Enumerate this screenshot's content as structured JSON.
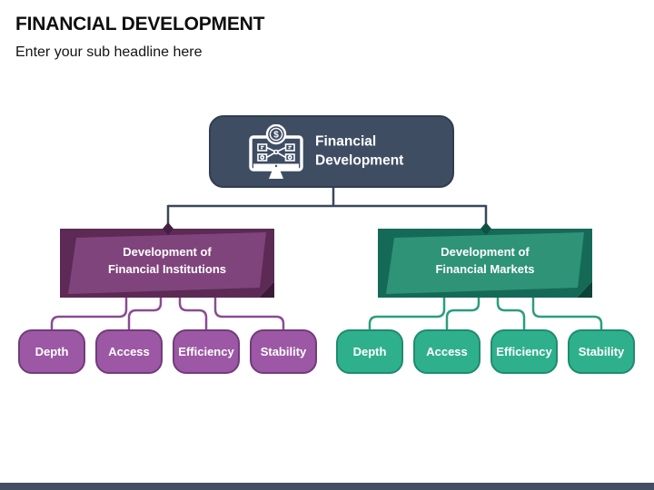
{
  "slide": {
    "title": "FINANCIAL DEVELOPMENT",
    "subtitle": "Enter your sub headline here"
  },
  "diagram": {
    "root": {
      "label": "Financial\nDevelopment",
      "icon": "monitor-dollar-icon",
      "icon_symbol": "$",
      "fill": "#3F4D63",
      "border": "#313D51",
      "text_color": "#FFFFFF"
    },
    "connector_color": "#3A4759",
    "branches": [
      {
        "id": "institutions",
        "label": "Development of\nFinancial Institutions",
        "colors": {
          "outer": "#5C2A55",
          "inner": "#80447C",
          "fold": "#3D1A38",
          "arrow": "#451F42",
          "connector": "#8A4B94",
          "child_fill": "#9C58A4",
          "child_border": "#723C7B",
          "text": "#FFFFFF"
        },
        "children": [
          {
            "label": "Depth"
          },
          {
            "label": "Access"
          },
          {
            "label": "Efficiency"
          },
          {
            "label": "Stability"
          }
        ]
      },
      {
        "id": "markets",
        "label": "Development of\nFinancial Markets",
        "colors": {
          "outer": "#156A57",
          "inner": "#2E9377",
          "fold": "#0B4438",
          "arrow": "#0D5242",
          "connector": "#2A9E7E",
          "child_fill": "#2FB08C",
          "child_border": "#1E8C6F",
          "text": "#FFFFFF"
        },
        "children": [
          {
            "label": "Depth"
          },
          {
            "label": "Access"
          },
          {
            "label": "Efficiency"
          },
          {
            "label": "Stability"
          }
        ]
      }
    ],
    "footer_bar_color": "#434F62"
  }
}
